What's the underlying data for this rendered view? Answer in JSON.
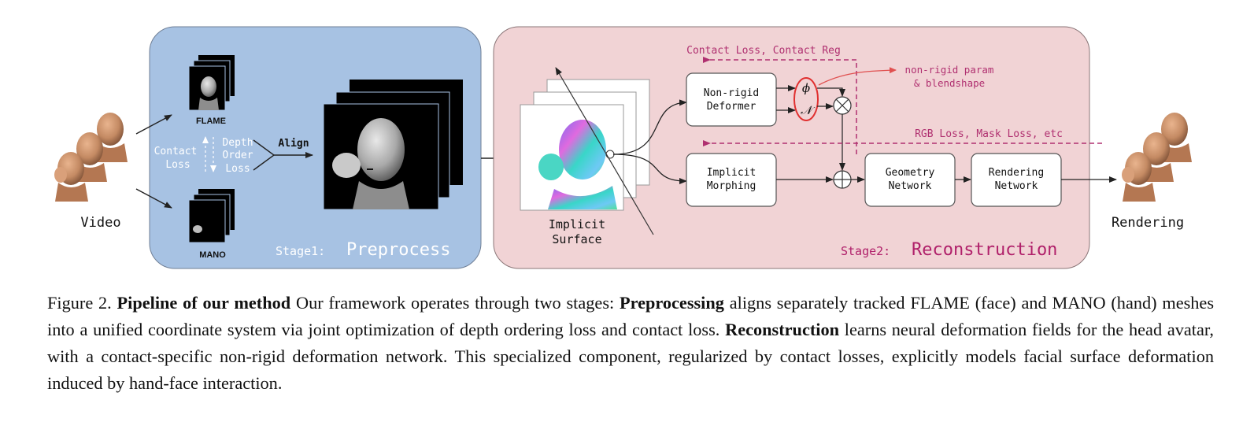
{
  "stage1": {
    "label": "Stage1:",
    "title": "Preprocess",
    "flame": "FLAME",
    "mano": "MANO",
    "contact_loss": [
      "Contact",
      "Loss"
    ],
    "depth_order_loss": [
      "Depth",
      "Order",
      "Loss"
    ],
    "align": "Align"
  },
  "stage2": {
    "label": "Stage2:",
    "title": "Reconstruction",
    "implicit_surface": [
      "Implicit",
      "Surface"
    ],
    "nonrigid_deformer": [
      "Non-rigid",
      "Deformer"
    ],
    "implicit_morphing": [
      "Implicit",
      "Morphing"
    ],
    "geometry_network": [
      "Geometry",
      "Network"
    ],
    "rendering_network": [
      "Rendering",
      "Network"
    ],
    "phi": "ϕ",
    "n_symbol": "𝒩",
    "contact_loss_label": "Contact Loss, Contact Reg",
    "nonrigid_param": [
      "non-rigid param",
      "& blendshape"
    ],
    "rgb_loss_label": "RGB Loss, Mask Loss, etc"
  },
  "video_label": "Video",
  "rendering_label": "Rendering",
  "caption": {
    "figure_label": "Figure 2.",
    "bold_title": "Pipeline of our method",
    "text_1": " Our framework operates through two stages: ",
    "bold_preprocessing": "Preprocessing",
    "text_2": " aligns separately tracked FLAME (face) and MANO (hand) meshes into a unified coordinate system via joint optimization of depth ordering loss and contact loss. ",
    "bold_reconstruction": "Reconstruction",
    "text_3": " learns neural deformation fields for the head avatar, with a contact-specific non-rigid deformation network. This specialized component, regularized by contact losses, explicitly models facial surface deformation induced by hand-face interaction."
  },
  "colors": {
    "stage1_bg": "#a7c2e3",
    "stage2_bg": "#f1d3d5",
    "dashed": "#b03070",
    "stage2_title": "#b0206a",
    "circle_red": "#e03030"
  }
}
